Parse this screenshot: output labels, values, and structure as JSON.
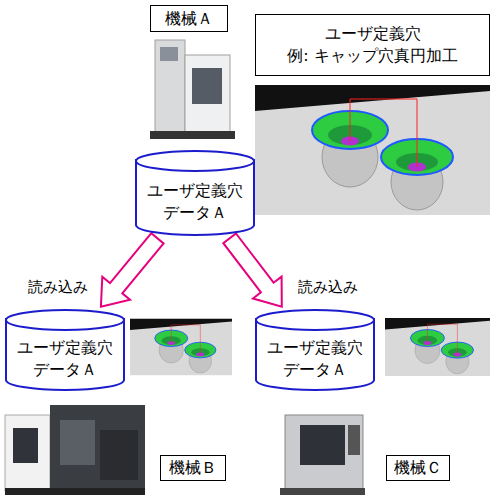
{
  "diagram": {
    "nodes": [
      {
        "text": [
          "機械Ａ"
        ]
      },
      {
        "text": [
          "ユーザ定義穴",
          "例: キャップ穴真円加工"
        ]
      },
      {
        "text": [
          "ユーザ定義穴 データＡ"
        ]
      },
      {
        "text": [
          "ユーザ定義穴 データＡ"
        ]
      },
      {
        "text": [
          "ユーザ定義穴 データＡ"
        ]
      },
      {
        "text": [
          "機械Ｂ"
        ]
      },
      {
        "text": [
          "機械Ｃ"
        ]
      }
    ],
    "edges": [
      {
        "from": 2,
        "to": 3,
        "arrow": "to",
        "label": "読み込み"
      },
      {
        "from": 2,
        "to": 4,
        "arrow": "to",
        "label": "読み込み"
      }
    ]
  }
}
